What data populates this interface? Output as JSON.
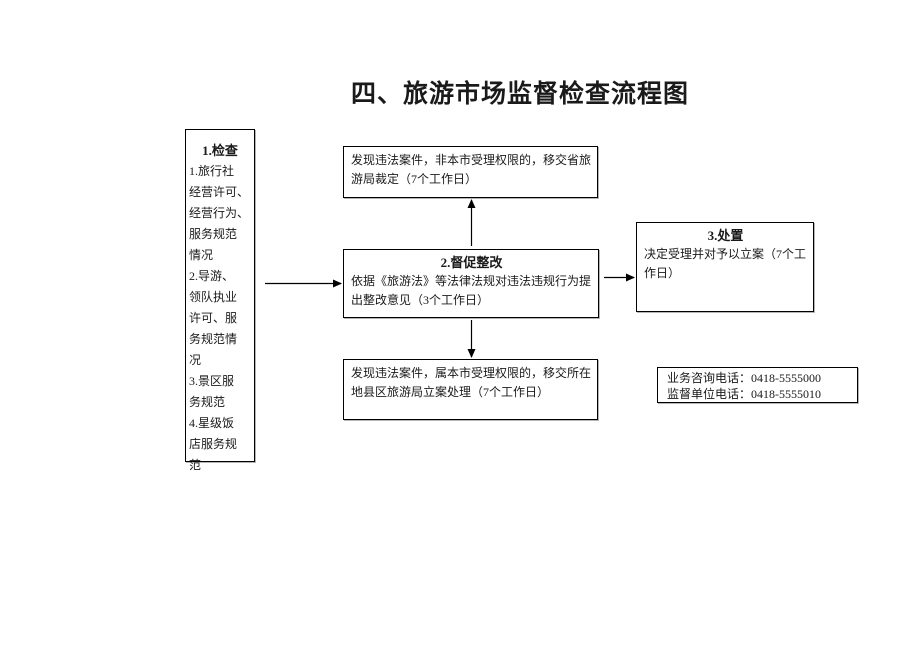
{
  "page": {
    "title": "四、旅游市场监督检查流程图",
    "colors": {
      "background": "#ffffff",
      "border": "#000000",
      "text": "#1a1a1a"
    }
  },
  "flowchart": {
    "inspect": {
      "title": "1.检查",
      "body": "1.旅行社\n经营许可、\n经营行为、\n服务规范\n情况\n2.导游、\n领队执业\n许可、服\n务规范情\n况\n3.景区服\n务规范\n4.星级饭\n店服务规\n范"
    },
    "province_referral": {
      "body": "发现违法案件，非本市受理权限的，移交省旅\n游局裁定（7个工作日）"
    },
    "rectify": {
      "title": "2.督促整改",
      "body": "依据《旅游法》等法律法规对违法违规行为提\n出整改意见（3个工作日）"
    },
    "county_referral": {
      "body": "发现违法案件，属本市受理权限的，移交所在\n地县区旅游局立案处理（7个工作日）"
    },
    "dispose": {
      "title": "3.处置",
      "body": "决定受理并对予以立案（7个工\n作日）"
    },
    "contact": {
      "lines": [
        "业务咨询电话：0418-5555000",
        "监督单位电话：0418-5555010"
      ]
    }
  }
}
